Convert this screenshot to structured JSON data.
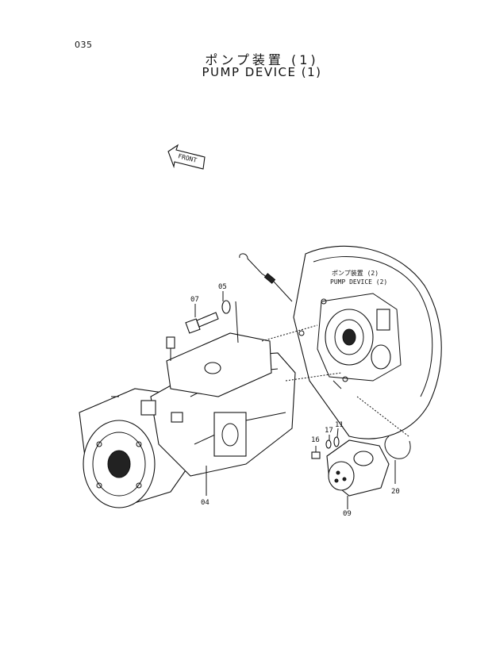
{
  "page_number": "035",
  "title_jp": "ポンプ装置 (1)",
  "title_en": "PUMP DEVICE (1)",
  "front_arrow_label": "FRONT",
  "reference_label_jp": "ポンプ装置 (2)",
  "reference_label_en": "PUMP DEVICE (2)",
  "parts": {
    "p05": "05",
    "p07": "07",
    "p04": "04",
    "p16": "16",
    "p17": "17",
    "p11": "11",
    "p09": "09",
    "p20": "20"
  }
}
